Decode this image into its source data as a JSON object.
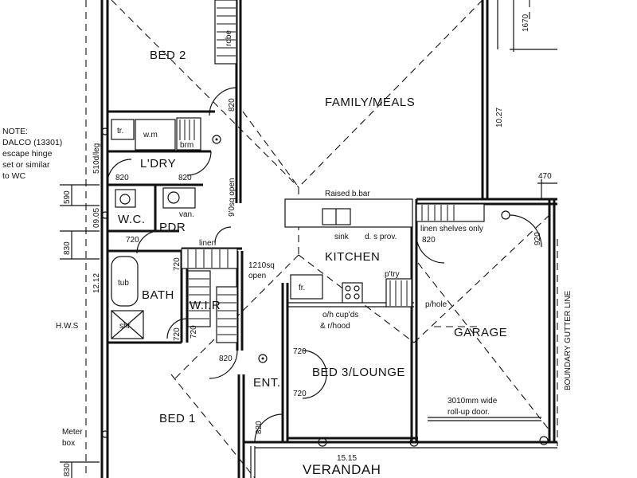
{
  "rooms": {
    "bed2": "BED 2",
    "family_meals": "FAMILY/MEALS",
    "ldry": "L'DRY",
    "wc": "W.C.",
    "pdr": "PDR",
    "bath": "BATH",
    "wir": "W.I.R",
    "kitchen": "KITCHEN",
    "garage": "GARAGE",
    "entry": "ENT.",
    "bed3_lounge": "BED 3/LOUNGE",
    "bed1": "BED 1",
    "verandah": "VERANDAH"
  },
  "fixtures": {
    "robe": "robe",
    "tr": "tr.",
    "wm": "w.m",
    "brm": "brm",
    "van": "van.",
    "linen": "linen",
    "tub": "tub",
    "shr": "shr.",
    "fr": "fr.",
    "ptry": "p'try",
    "sink": "sink",
    "ds_prov": "d. s prov.",
    "raised_bbar": "Raised b.bar",
    "linen_shelves": "linen shelves only",
    "phole": "p/hole",
    "oh_cupbds": "o/h cup'ds",
    "r_hood": "& r/hood",
    "meter_box_1": "Meter",
    "meter_box_2": "box",
    "hws": "H.W.S"
  },
  "notes": {
    "note_lines": [
      "NOTE:",
      "DALCO (13301)",
      "escape hinge",
      "set or similar",
      "to WC"
    ],
    "nine_sq_open": "9'0sq open",
    "open_1210_a": "1210sq",
    "open_1210_b": "open",
    "rollup_a": "3010mm wide",
    "rollup_b": "roll-up door.",
    "boundary": "BOUNDARY GUTTER LINE"
  },
  "dimensions": {
    "d1670": "1670",
    "d1027": "10.27",
    "d470": "470",
    "d820_bed2": "820",
    "d820_ldry_l": "820",
    "d820_ldry_r": "820",
    "d590": "590",
    "d0905": "09.05",
    "d510_leg": "510d/leg",
    "d830_top": "830",
    "d1212": "12.12",
    "d720_pdr": "720",
    "d720_bath_v": "720",
    "d720_bath_b": "720",
    "d720_wir": "720",
    "d820_kitchen": "820",
    "d820_ent": "820",
    "d720_bed3_t": "720",
    "d720_bed3_b": "720",
    "d820_bed1": "820",
    "d1515": "15.15",
    "d830_bot": "830",
    "d920_garage": "920"
  }
}
